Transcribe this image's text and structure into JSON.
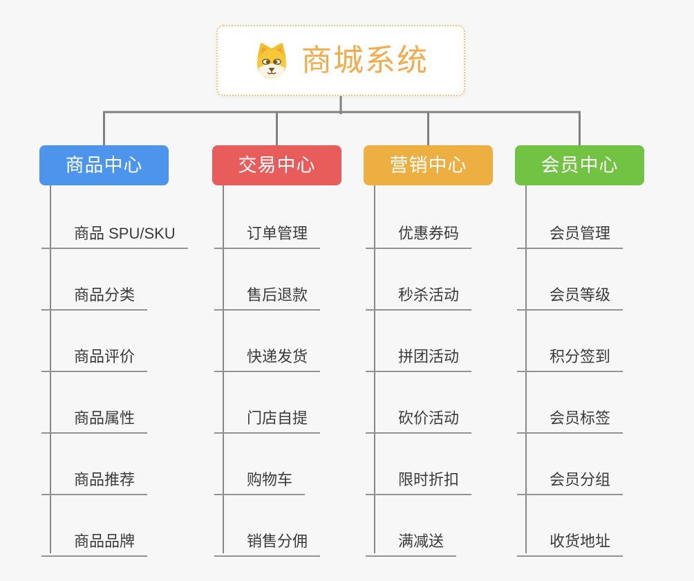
{
  "root": {
    "title": "商城系统",
    "icon": "dog-face-icon"
  },
  "branches": [
    {
      "label": "商品中心",
      "color": "#4d94ed",
      "children": [
        "商品 SPU/SKU",
        "商品分类",
        "商品评价",
        "商品属性",
        "商品推荐",
        "商品品牌"
      ]
    },
    {
      "label": "交易中心",
      "color": "#e85d5b",
      "children": [
        "订单管理",
        "售后退款",
        "快递发货",
        "门店自提",
        "购物车",
        "销售分佣"
      ]
    },
    {
      "label": "营销中心",
      "color": "#edaf41",
      "children": [
        "优惠券码",
        "秒杀活动",
        "拼团活动",
        "砍价活动",
        "限时折扣",
        "满减送"
      ]
    },
    {
      "label": "会员中心",
      "color": "#72c244",
      "children": [
        "会员管理",
        "会员等级",
        "积分签到",
        "会员标签",
        "会员分组",
        "收货地址"
      ]
    }
  ],
  "colors": {
    "background": "#f7f7f7",
    "connector": "#808080",
    "child_underline": "#919191",
    "root_border": "#f2c46f",
    "root_title": "#f2ac4b",
    "child_text": "#3a3a3a"
  }
}
